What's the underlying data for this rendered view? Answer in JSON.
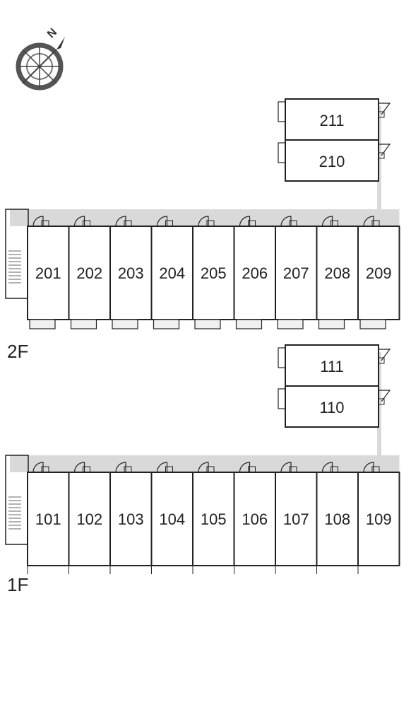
{
  "compass": {
    "north_label": "N"
  },
  "floors": [
    {
      "label": "2F",
      "row_rooms": [
        "201",
        "202",
        "203",
        "204",
        "205",
        "206",
        "207",
        "208",
        "209"
      ],
      "side_rooms": [
        "211",
        "210"
      ]
    },
    {
      "label": "1F",
      "row_rooms": [
        "101",
        "102",
        "103",
        "104",
        "105",
        "106",
        "107",
        "108",
        "109"
      ],
      "side_rooms": [
        "111",
        "110"
      ]
    }
  ],
  "colors": {
    "corridor": "#d9d9d9",
    "stroke": "#222222",
    "balcony": "#f0f0f0"
  }
}
